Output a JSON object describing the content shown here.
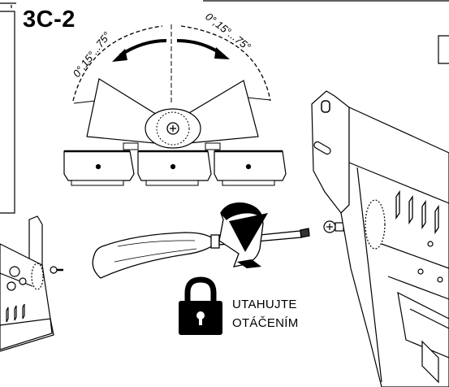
{
  "step": {
    "label": "3C-2"
  },
  "angles": {
    "left": "0°,15°...75°",
    "right": "0°,15°...75°"
  },
  "lock_note": {
    "line1": "UTAHUJTE",
    "line2": "OTÁČENÍM"
  },
  "icons": [
    "lock-icon",
    "rotation-arrow-icon",
    "screwdriver-icon",
    "screw-icon"
  ],
  "colors": {
    "line": "#000000",
    "fill": "#ffffff",
    "shade": "#dcdcdc"
  }
}
